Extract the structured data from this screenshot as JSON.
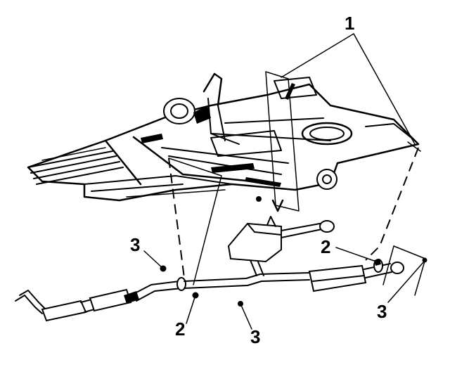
{
  "figure": {
    "callouts": [
      {
        "id": "c1",
        "text": "1"
      },
      {
        "id": "c2a",
        "text": "2"
      },
      {
        "id": "c2b",
        "text": "2"
      },
      {
        "id": "c3a",
        "text": "3"
      },
      {
        "id": "c3b",
        "text": "3"
      },
      {
        "id": "c3c",
        "text": "3"
      }
    ],
    "colors": {
      "ink": "#000000",
      "paper": "#ffffff"
    }
  }
}
